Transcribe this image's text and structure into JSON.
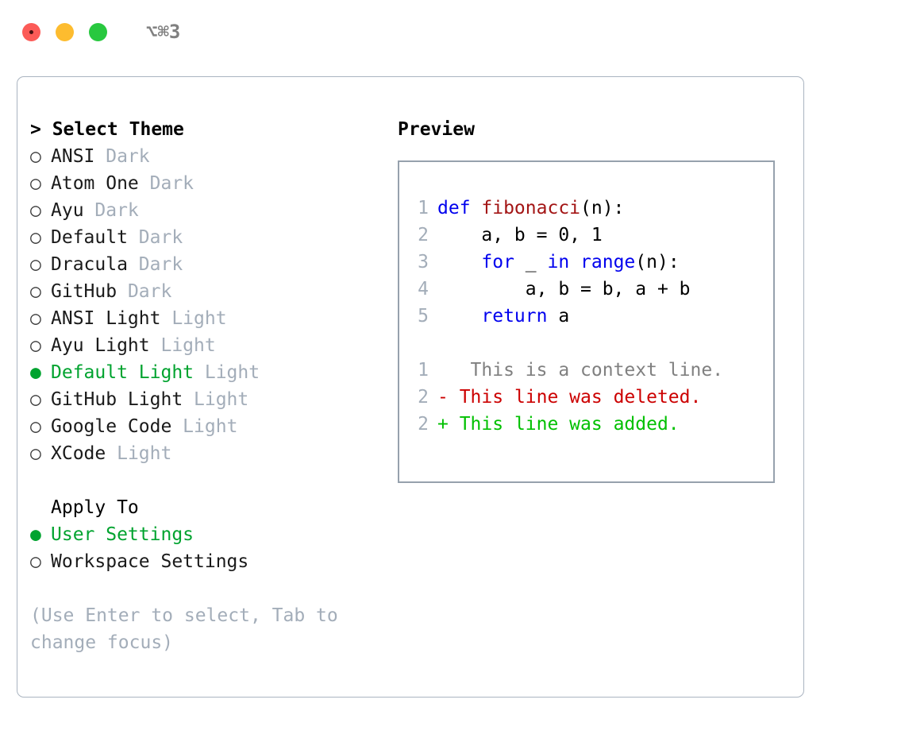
{
  "titlebar": {
    "shortcut": "⌥⌘3",
    "lights": [
      {
        "name": "close",
        "color": "#fc5b57"
      },
      {
        "name": "minimize",
        "color": "#fdbc2f"
      },
      {
        "name": "maximize",
        "color": "#28c83f"
      }
    ]
  },
  "theme_list": {
    "header": "> Select Theme",
    "selected_marker": "●",
    "unselected_marker": "○",
    "items": [
      {
        "name": "ANSI",
        "variant": "Dark",
        "selected": false
      },
      {
        "name": "Atom One",
        "variant": "Dark",
        "selected": false
      },
      {
        "name": "Ayu",
        "variant": "Dark",
        "selected": false
      },
      {
        "name": "Default",
        "variant": "Dark",
        "selected": false
      },
      {
        "name": "Dracula",
        "variant": "Dark",
        "selected": false
      },
      {
        "name": "GitHub",
        "variant": "Dark",
        "selected": false
      },
      {
        "name": "ANSI Light",
        "variant": "Light",
        "selected": false
      },
      {
        "name": "Ayu Light",
        "variant": "Light",
        "selected": false
      },
      {
        "name": "Default Light",
        "variant": "Light",
        "selected": true
      },
      {
        "name": "GitHub Light",
        "variant": "Light",
        "selected": false
      },
      {
        "name": "Google Code",
        "variant": "Light",
        "selected": false
      },
      {
        "name": "XCode",
        "variant": "Light",
        "selected": false
      }
    ]
  },
  "apply_to": {
    "header": "Apply To",
    "items": [
      {
        "name": "User Settings",
        "selected": true
      },
      {
        "name": "Workspace Settings",
        "selected": false
      }
    ]
  },
  "hint": "(Use Enter to select, Tab to change focus)",
  "preview": {
    "title": "Preview",
    "code_lines": [
      {
        "num": "1",
        "tokens": [
          {
            "t": "def ",
            "c": "kw"
          },
          {
            "t": "fibonacci",
            "c": "fn"
          },
          {
            "t": "(n):",
            "c": "plain"
          }
        ]
      },
      {
        "num": "2",
        "tokens": [
          {
            "t": "    a, b = 0, 1",
            "c": "plain"
          }
        ]
      },
      {
        "num": "3",
        "tokens": [
          {
            "t": "    ",
            "c": "plain"
          },
          {
            "t": "for",
            "c": "kw"
          },
          {
            "t": " _ ",
            "c": "plain"
          },
          {
            "t": "in",
            "c": "kw"
          },
          {
            "t": " ",
            "c": "plain"
          },
          {
            "t": "range",
            "c": "kw"
          },
          {
            "t": "(n):",
            "c": "plain"
          }
        ]
      },
      {
        "num": "4",
        "tokens": [
          {
            "t": "        a, b = b, a + b",
            "c": "plain"
          }
        ]
      },
      {
        "num": "5",
        "tokens": [
          {
            "t": "    ",
            "c": "plain"
          },
          {
            "t": "return",
            "c": "kw"
          },
          {
            "t": " a",
            "c": "plain"
          }
        ]
      }
    ],
    "diff_lines": [
      {
        "num": "1",
        "sign": " ",
        "text": "  This is a context line.",
        "kind": "ctx"
      },
      {
        "num": "2",
        "sign": "-",
        "text": " This line was deleted.",
        "kind": "del"
      },
      {
        "num": "2",
        "sign": "+",
        "text": " This line was added.",
        "kind": "add"
      }
    ]
  },
  "colors": {
    "accent_green": "#00a32f",
    "diff_add": "#00c000",
    "diff_del": "#cc0000",
    "keyword_blue": "#0000ee",
    "function_red": "#a31515",
    "muted": "#a3adb9",
    "border": "#aab4c0",
    "preview_border": "#96a1ad"
  }
}
